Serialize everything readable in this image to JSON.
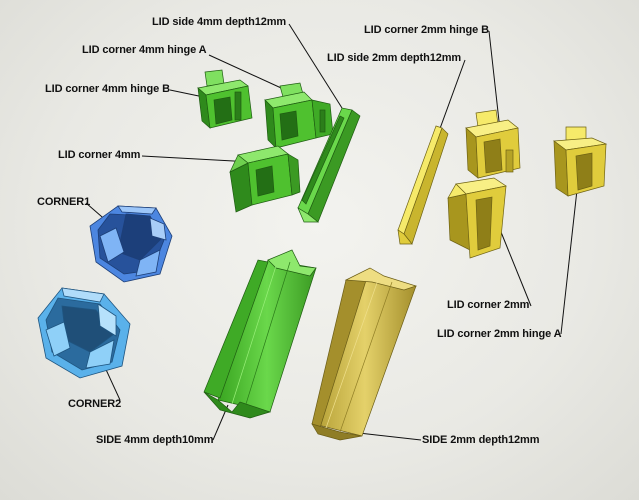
{
  "labels": {
    "lid_side_4mm": "LID side 4mm depth12mm",
    "lid_corner_4mm_hinge_a": "LID corner 4mm hinge A",
    "lid_corner_4mm_hinge_b": "LID corner 4mm hinge B",
    "lid_corner_4mm": "LID corner 4mm",
    "corner1": "CORNER1",
    "corner2": "CORNER2",
    "side_4mm": "SIDE 4mm depth10mm",
    "lid_corner_2mm_hinge_b": "LID corner 2mm hinge B",
    "lid_side_2mm": "LID side 2mm depth12mm",
    "lid_corner_2mm": "LID corner 2mm",
    "lid_corner_2mm_hinge_a": "LID corner 2mm hinge A",
    "side_2mm": "SIDE 2mm depth12mm"
  },
  "colors": {
    "green_light": "#7fe060",
    "green_mid": "#4fc12f",
    "green_dark": "#2f8a1c",
    "yellow_light": "#f6ea6a",
    "yellow_mid": "#e0cc3c",
    "yellow_dark": "#a8961e",
    "olive_light": "#e8d673",
    "olive_mid": "#cfbb4d",
    "olive_dark": "#8f7d25",
    "blue_light": "#7fb4f5",
    "blue_mid": "#4c86e0",
    "blue_dark": "#27529b",
    "cyan_light": "#8fd0f8",
    "cyan_mid": "#5ab1ea",
    "cyan_dark": "#2b6b9e",
    "leader": "#111111"
  }
}
